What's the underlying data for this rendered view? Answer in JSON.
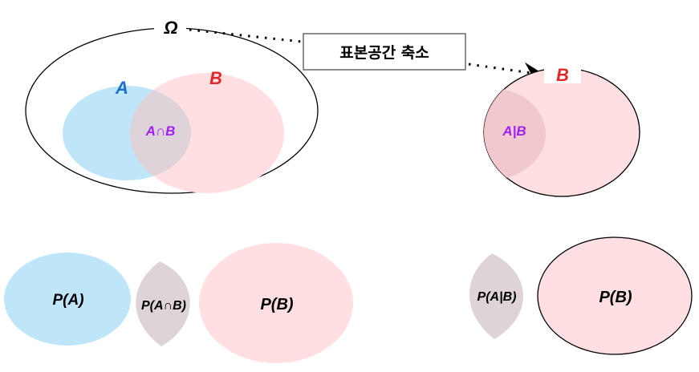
{
  "labels": {
    "omega": "Ω",
    "a": "A",
    "b": "B",
    "a_and_b": "A∩B",
    "reduce_box": "표본공간 축소",
    "b_right": "B",
    "a_given_b": "A|B",
    "p_a": "P(A)",
    "p_a_and_b": "P(A∩B)",
    "p_b": "P(B)",
    "p_a_given_b": "P(A|B)",
    "p_b_right": "P(B)"
  },
  "colors": {
    "a_fill": "#bfe6f8",
    "b_fill": "#ffdfe1",
    "overlap_fill": "#dfd3da",
    "a_label": "#1a6fd0",
    "b_label": "#e02a2a",
    "intersection_label": "#a020f0"
  }
}
